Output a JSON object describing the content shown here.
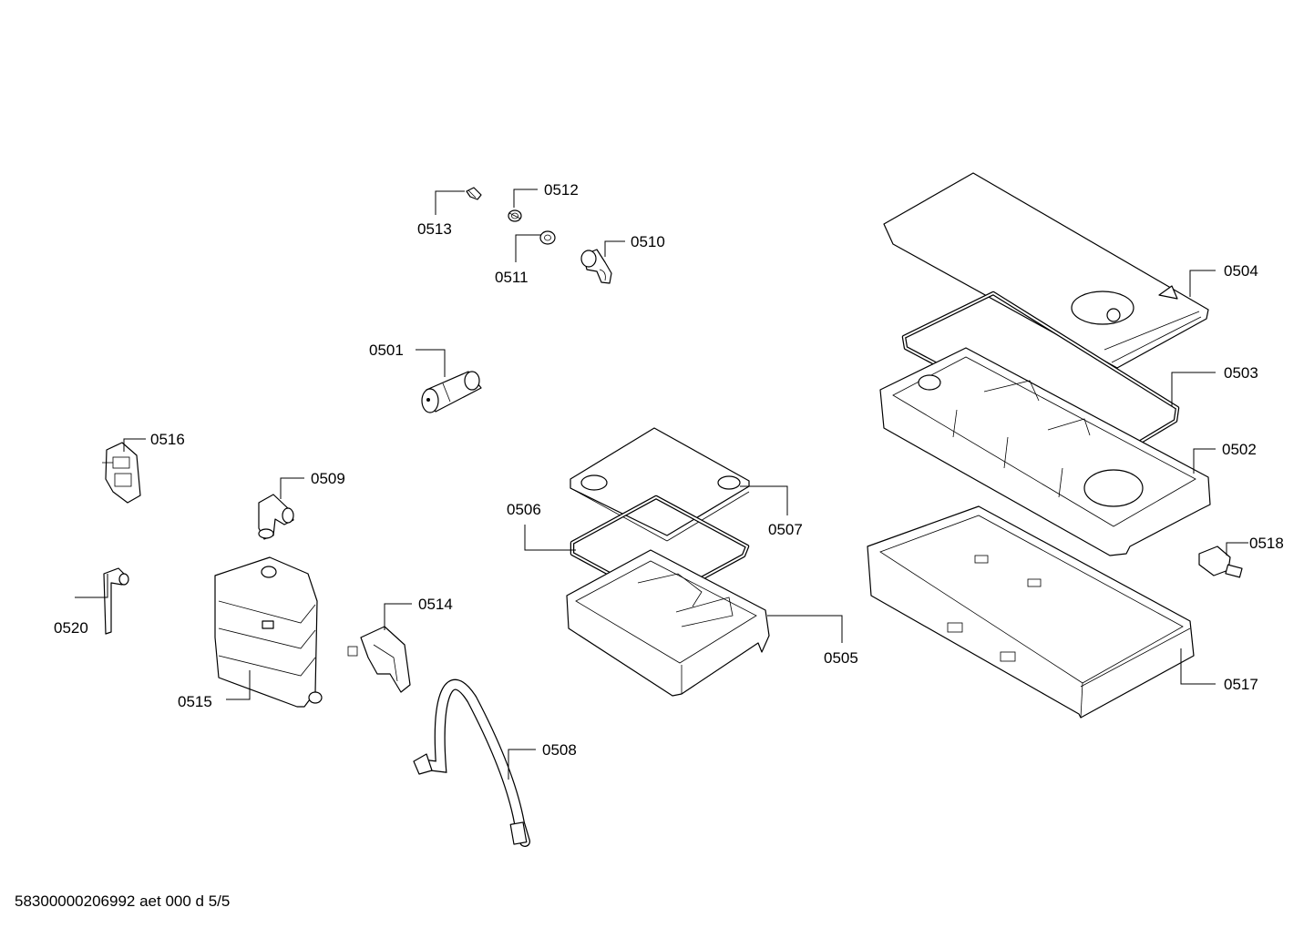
{
  "callouts": {
    "p0501": "0501",
    "p0502": "0502",
    "p0503": "0503",
    "p0504": "0504",
    "p0505": "0505",
    "p0506": "0506",
    "p0507": "0507",
    "p0508": "0508",
    "p0509": "0509",
    "p0510": "0510",
    "p0511": "0511",
    "p0512": "0512",
    "p0513": "0513",
    "p0514": "0514",
    "p0515": "0515",
    "p0516": "0516",
    "p0517": "0517",
    "p0518": "0518",
    "p0520": "0520"
  },
  "footer": {
    "drawing_id": "58300000206992 aet 000 d 5/5"
  }
}
